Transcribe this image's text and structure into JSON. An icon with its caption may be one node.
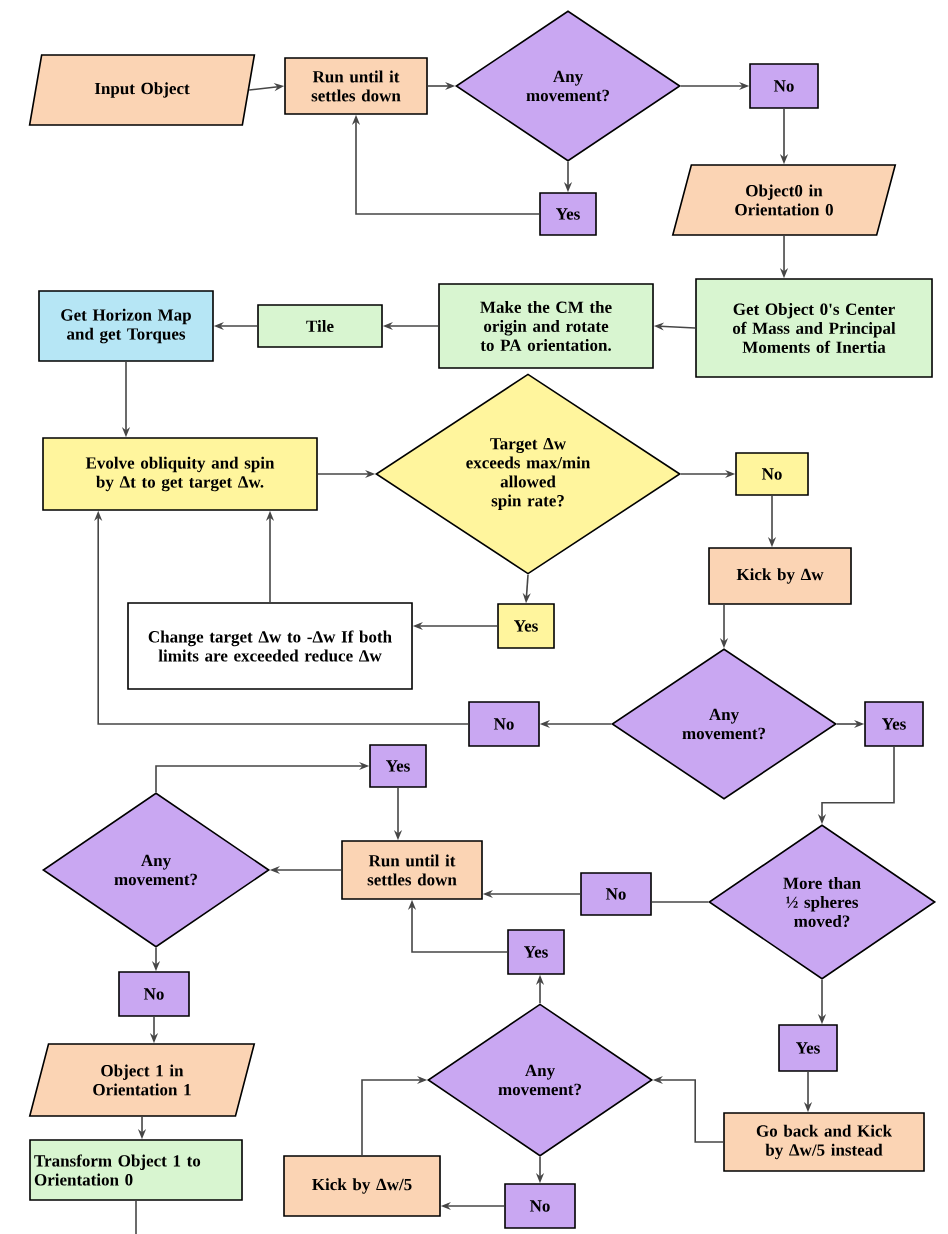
{
  "diagram": {
    "nodes": [
      {
        "text": [
          "Input Object"
        ]
      },
      {
        "text": [
          "Run until it settles down"
        ]
      },
      {
        "text": [
          "Any movement?"
        ]
      },
      {
        "text": [
          "No"
        ]
      },
      {
        "text": [
          "Yes"
        ]
      },
      {
        "text": [
          "Object0 in Orientation 0"
        ]
      },
      {
        "text": [
          "Get Object 0's Center of Mass and Principal Moments of Inertia"
        ]
      },
      {
        "text": [
          "Make the CM the origin and rotate to PA orientation."
        ]
      },
      {
        "text": [
          "Tile"
        ]
      },
      {
        "text": [
          "Get Horizon Map and get Torques"
        ]
      },
      {
        "text": [
          "Evolve obliquity and spin by Δt to get target Δw."
        ]
      },
      {
        "text": [
          "Target Δw exceeds max/min allowed spin rate?"
        ]
      },
      {
        "text": [
          "No"
        ]
      },
      {
        "text": [
          "Kick by Δw"
        ]
      },
      {
        "text": [
          "Yes"
        ]
      },
      {
        "text": [
          "Change target Δw to -Δw If both limits are exceeded reduce Δw"
        ]
      },
      {
        "text": [
          "Any movement?"
        ]
      },
      {
        "text": [
          "No"
        ]
      },
      {
        "text": [
          "Yes"
        ]
      },
      {
        "text": [
          "Yes"
        ]
      },
      {
        "text": [
          "Any movement?"
        ]
      },
      {
        "text": [
          "Run until it settles down"
        ]
      },
      {
        "text": [
          "No"
        ]
      },
      {
        "text": [
          "More than ½ spheres moved?"
        ]
      },
      {
        "text": [
          "No"
        ]
      },
      {
        "text": [
          "Yes"
        ]
      },
      {
        "text": [
          "Object 1 in Orientation 1"
        ]
      },
      {
        "text": [
          "Any movement?"
        ]
      },
      {
        "text": [
          "Yes"
        ]
      },
      {
        "text": [
          "Go back and Kick by Δw/5 instead"
        ]
      },
      {
        "text": [
          "Transform Object 1 to Orientation 0"
        ]
      },
      {
        "text": [
          "Kick by Δw/5"
        ]
      },
      {
        "text": [
          "No"
        ]
      }
    ],
    "edges": [
      {
        "from": 0,
        "to": 1,
        "arrow": "to"
      },
      {
        "from": 1,
        "to": 2,
        "arrow": "to"
      },
      {
        "from": 2,
        "to": 3,
        "arrow": "to"
      },
      {
        "from": 2,
        "to": 4,
        "arrow": "to"
      },
      {
        "from": 4,
        "to": 1,
        "arrow": "to"
      },
      {
        "from": 3,
        "to": 5,
        "arrow": "to"
      },
      {
        "from": 5,
        "to": 6,
        "arrow": "to"
      },
      {
        "from": 6,
        "to": 7,
        "arrow": "to"
      },
      {
        "from": 7,
        "to": 8,
        "arrow": "to"
      },
      {
        "from": 8,
        "to": 9,
        "arrow": "to"
      },
      {
        "from": 9,
        "to": 10,
        "arrow": "to"
      },
      {
        "from": 10,
        "to": 11,
        "arrow": "to"
      },
      {
        "from": 11,
        "to": 12,
        "arrow": "to"
      },
      {
        "from": 11,
        "to": 14,
        "arrow": "to"
      },
      {
        "from": 14,
        "to": 15,
        "arrow": "to"
      },
      {
        "from": 15,
        "to": 10,
        "arrow": "to"
      },
      {
        "from": 12,
        "to": 13,
        "arrow": "to"
      },
      {
        "from": 13,
        "to": 16,
        "arrow": "to"
      },
      {
        "from": 16,
        "to": 17,
        "arrow": "to"
      },
      {
        "from": 16,
        "to": 18,
        "arrow": "to"
      },
      {
        "from": 17,
        "to": 10,
        "arrow": "to"
      },
      {
        "from": 18,
        "to": 23,
        "arrow": "to"
      },
      {
        "from": 23,
        "to": 22,
        "arrow": "none"
      },
      {
        "from": 22,
        "to": 21,
        "arrow": "to"
      },
      {
        "from": 21,
        "to": 20,
        "arrow": "to"
      },
      {
        "from": 20,
        "to": 19,
        "arrow": "to"
      },
      {
        "from": 19,
        "to": 21,
        "arrow": "to"
      },
      {
        "from": 20,
        "to": 24,
        "arrow": "to"
      },
      {
        "from": 24,
        "to": 26,
        "arrow": "to"
      },
      {
        "from": 26,
        "to": 30,
        "arrow": "to"
      },
      {
        "from": 23,
        "to": 28,
        "arrow": "to"
      },
      {
        "from": 28,
        "to": 29,
        "arrow": "to"
      },
      {
        "from": 29,
        "to": 27,
        "arrow": "to"
      },
      {
        "from": 27,
        "to": 25,
        "arrow": "to"
      },
      {
        "from": 25,
        "to": 21,
        "arrow": "to"
      },
      {
        "from": 27,
        "to": 32,
        "arrow": "to"
      },
      {
        "from": 32,
        "to": 31,
        "arrow": "to"
      },
      {
        "from": 31,
        "to": 27,
        "arrow": "to"
      },
      {
        "from": 30,
        "to": null,
        "arrow": "none"
      }
    ]
  }
}
